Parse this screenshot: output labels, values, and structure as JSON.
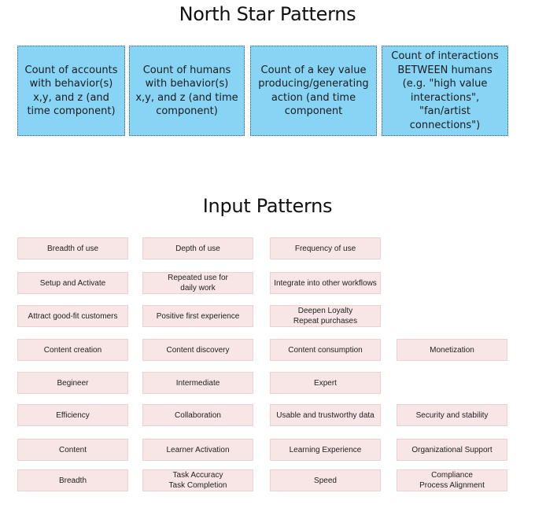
{
  "north_star": {
    "title": "North Star Patterns",
    "cards": [
      "Count of accounts with behavior(s) x,y, and z (and time component)",
      "Count of humans with behavior(s) x,y, and z (and time component)",
      "Count of a key value producing/generating action (and time component",
      "Count of interactions BETWEEN humans (e.g. \"high value interactions\", \"fan/artist connections\")"
    ]
  },
  "input": {
    "title": "Input Patterns",
    "rows": [
      [
        "Breadth of use",
        "Depth of use",
        "Frequency of use"
      ],
      [
        "Setup and Activate",
        "Repeated use for\ndaily work",
        "Integrate into other workflows"
      ],
      [
        "Attract good-fit customers",
        "Positive first experience",
        "Deepen Loyalty\nRepeat purchases"
      ],
      [
        "Content creation",
        "Content discovery",
        "Content consumption",
        "Monetization"
      ],
      [
        "Begineer",
        "Intermediate",
        "Expert"
      ],
      [
        "Efficiency",
        "Collaboration",
        "Usable and trustworthy data",
        "Security and stability"
      ],
      [
        "Content",
        "Learner Activation",
        "Learning Experience",
        "Organizational Support"
      ],
      [
        "Breadth",
        "Task Accuracy\nTask Completion",
        "Speed",
        "Compliance\nProcess Alignment"
      ]
    ]
  },
  "colors": {
    "north_star_card_fill": "#87d4f5",
    "input_pill_fill": "#f8e6e6"
  }
}
